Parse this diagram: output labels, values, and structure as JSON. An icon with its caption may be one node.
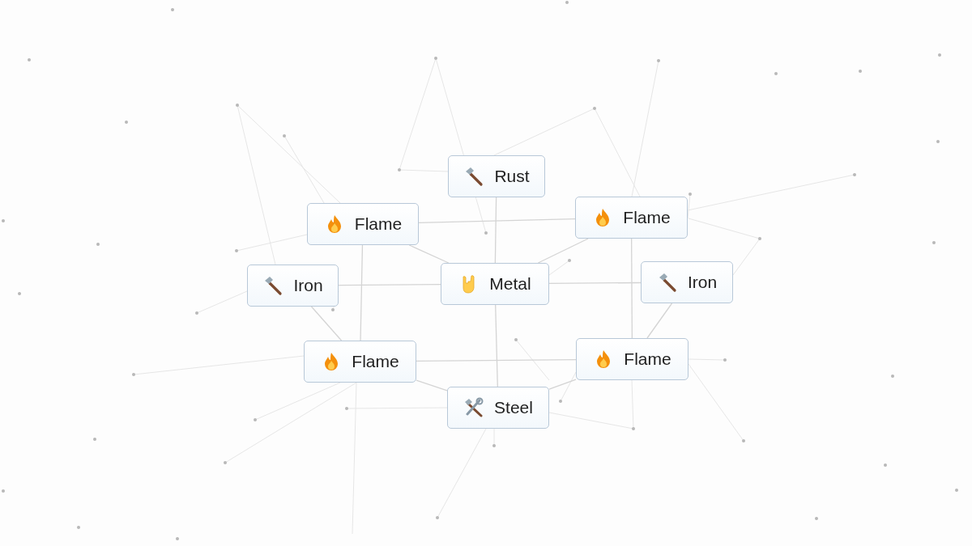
{
  "diagram": {
    "nodes": [
      {
        "text": [
          "Rust"
        ]
      },
      {
        "text": [
          "Flame"
        ]
      },
      {
        "text": [
          "Flame"
        ]
      },
      {
        "text": [
          "Iron"
        ]
      },
      {
        "text": [
          "Metal"
        ]
      },
      {
        "text": [
          "Iron"
        ]
      },
      {
        "text": [
          "Flame"
        ]
      },
      {
        "text": [
          "Flame"
        ]
      },
      {
        "text": [
          "Steel"
        ]
      }
    ],
    "edges": [
      {
        "from": 0,
        "to": 4,
        "arrow": "none"
      },
      {
        "from": 4,
        "to": 8,
        "arrow": "none"
      },
      {
        "from": 2,
        "to": 7,
        "arrow": "none"
      },
      {
        "from": 1,
        "to": 6,
        "arrow": "none"
      },
      {
        "from": 3,
        "to": 4,
        "arrow": "none"
      },
      {
        "from": 4,
        "to": 5,
        "arrow": "none"
      },
      {
        "from": 6,
        "to": 7,
        "arrow": "none"
      },
      {
        "from": 1,
        "to": 2,
        "arrow": "none"
      },
      {
        "from": 1,
        "to": 4,
        "arrow": "none"
      },
      {
        "from": 2,
        "to": 4,
        "arrow": "none"
      },
      {
        "from": 6,
        "to": 8,
        "arrow": "none"
      },
      {
        "from": 7,
        "to": 8,
        "arrow": "none"
      },
      {
        "from": 3,
        "to": 6,
        "arrow": "none"
      },
      {
        "from": 5,
        "to": 7,
        "arrow": "none"
      }
    ]
  }
}
